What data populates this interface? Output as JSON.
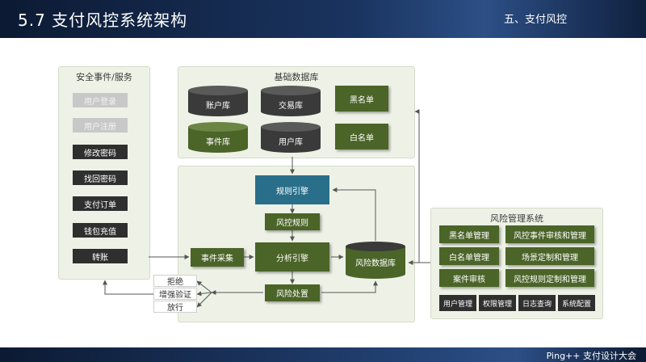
{
  "header": {
    "title": "5.7  支付风控系统架构",
    "section": "五、支付风控"
  },
  "footer": {
    "text": "Ping++ 支付设计大会"
  },
  "security_panel": {
    "title": "安全事件/服务",
    "items": [
      {
        "label": "用户登录",
        "active": false
      },
      {
        "label": "用户注册",
        "active": false
      },
      {
        "label": "修改密码",
        "active": true
      },
      {
        "label": "找回密码",
        "active": true
      },
      {
        "label": "支付订单",
        "active": true
      },
      {
        "label": "钱包充值",
        "active": true
      },
      {
        "label": "转账",
        "active": true
      }
    ]
  },
  "database_panel": {
    "title": "基础数据库",
    "cylinders": [
      {
        "label": "账户库",
        "color": "#3a3a3a"
      },
      {
        "label": "交易库",
        "color": "#3a3a3a"
      },
      {
        "label": "事件库",
        "color": "#4b6428"
      },
      {
        "label": "用户库",
        "color": "#3a3a3a"
      }
    ],
    "lists": [
      "黑名单",
      "白名单"
    ]
  },
  "engine_panel": {
    "rule_engine": "规则引擎",
    "risk_rules": "风控规则",
    "event_collect": "事件采集",
    "analysis_engine": "分析引擎",
    "risk_disposal": "风险处置",
    "risk_db": "风险数据库"
  },
  "outcomes": [
    "拒绝",
    "增强验证",
    "放行"
  ],
  "management_panel": {
    "title": "风险管理系统",
    "rows": [
      [
        "黑名单管理",
        "风控事件审核和管理"
      ],
      [
        "白名单管理",
        "场景定制和管理"
      ],
      [
        "案件审核",
        "风控规则定制和管理"
      ]
    ],
    "bottom": [
      "用户管理",
      "权限管理",
      "日志查询",
      "系统配置"
    ]
  },
  "colors": {
    "accent_green": "#4b6428",
    "teal": "#2a6f8a",
    "dark": "#2f2f2f"
  }
}
